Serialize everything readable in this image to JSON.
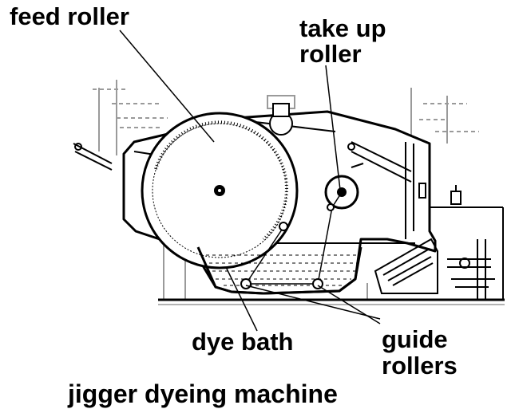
{
  "labels": {
    "feed_roller": "feed roller",
    "take_up_line1": "take up",
    "take_up_line2": "roller",
    "dye_bath": "dye bath",
    "guide_line1": "guide",
    "guide_line2": "rollers"
  },
  "caption": "jigger dyeing machine",
  "colors": {
    "ink": "#000000",
    "faint": "#9a9a9a",
    "paper": "#ffffff"
  }
}
